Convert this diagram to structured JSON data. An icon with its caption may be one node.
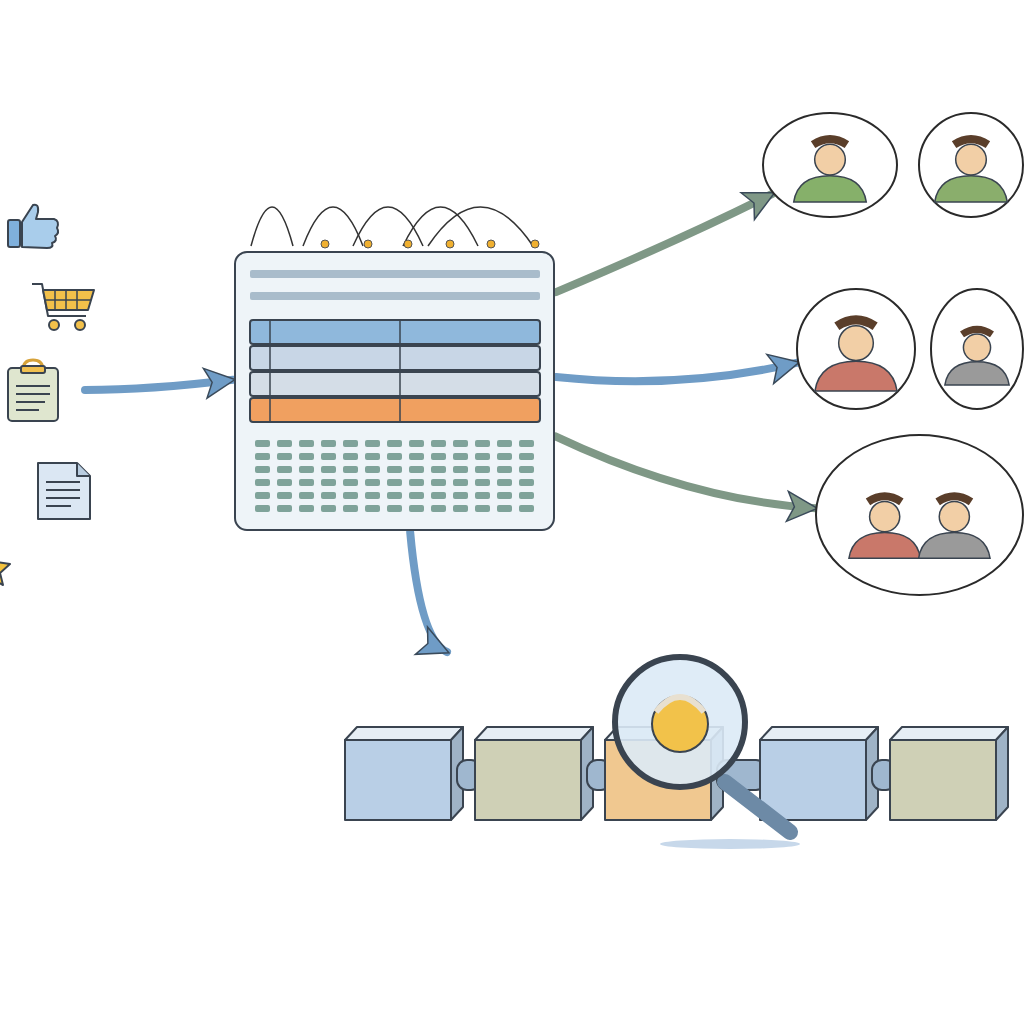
{
  "diagram": {
    "nodes": [
      {
        "text": [],
        "shape": "picture"
      },
      {
        "text": [],
        "shape": "picture"
      },
      {
        "text": [],
        "shape": "picture"
      },
      {
        "text": [],
        "shape": "picture"
      },
      {
        "text": [],
        "shape": "picture"
      },
      {
        "text": [],
        "shape": "picture"
      },
      {
        "text": [],
        "shape": "circle"
      },
      {
        "text": [],
        "shape": "circle"
      },
      {
        "text": [],
        "shape": "circle"
      },
      {
        "text": [],
        "shape": "circle"
      },
      {
        "text": [],
        "shape": "circle"
      },
      {
        "text": [],
        "shape": "picture"
      }
    ],
    "edges": [
      {
        "from": null,
        "to": 5,
        "arrow": "to"
      },
      {
        "from": 5,
        "to": 6,
        "arrow": "to",
        "color": "#7f9886"
      },
      {
        "from": 5,
        "to": 8,
        "arrow": "to"
      },
      {
        "from": 5,
        "to": 10,
        "arrow": "to",
        "color": "#7f9886"
      },
      {
        "from": 5,
        "to": 11,
        "arrow": "to"
      }
    ]
  }
}
